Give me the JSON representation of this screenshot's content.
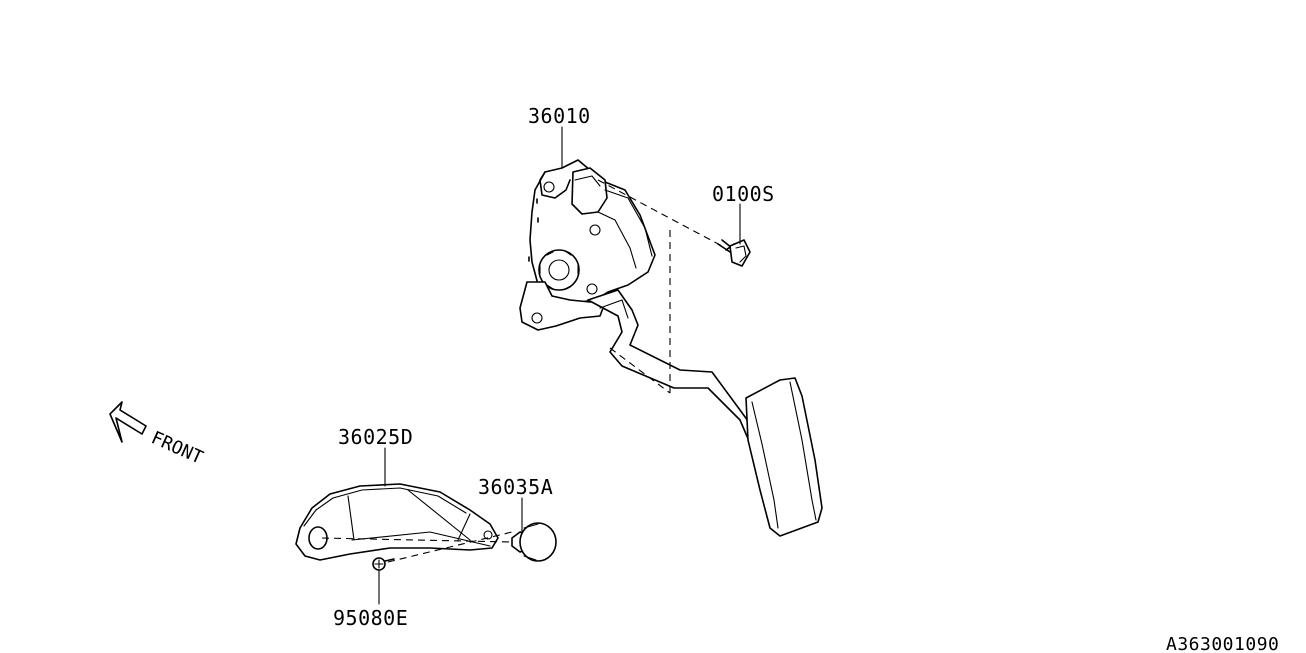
{
  "diagram": {
    "code": "A363001090",
    "direction_label": "FRONT",
    "parts": {
      "pedal_assembly": "36010",
      "bolt": "0100S",
      "bracket": "36025D",
      "stopper": "36035A",
      "screw": "95080E"
    }
  }
}
